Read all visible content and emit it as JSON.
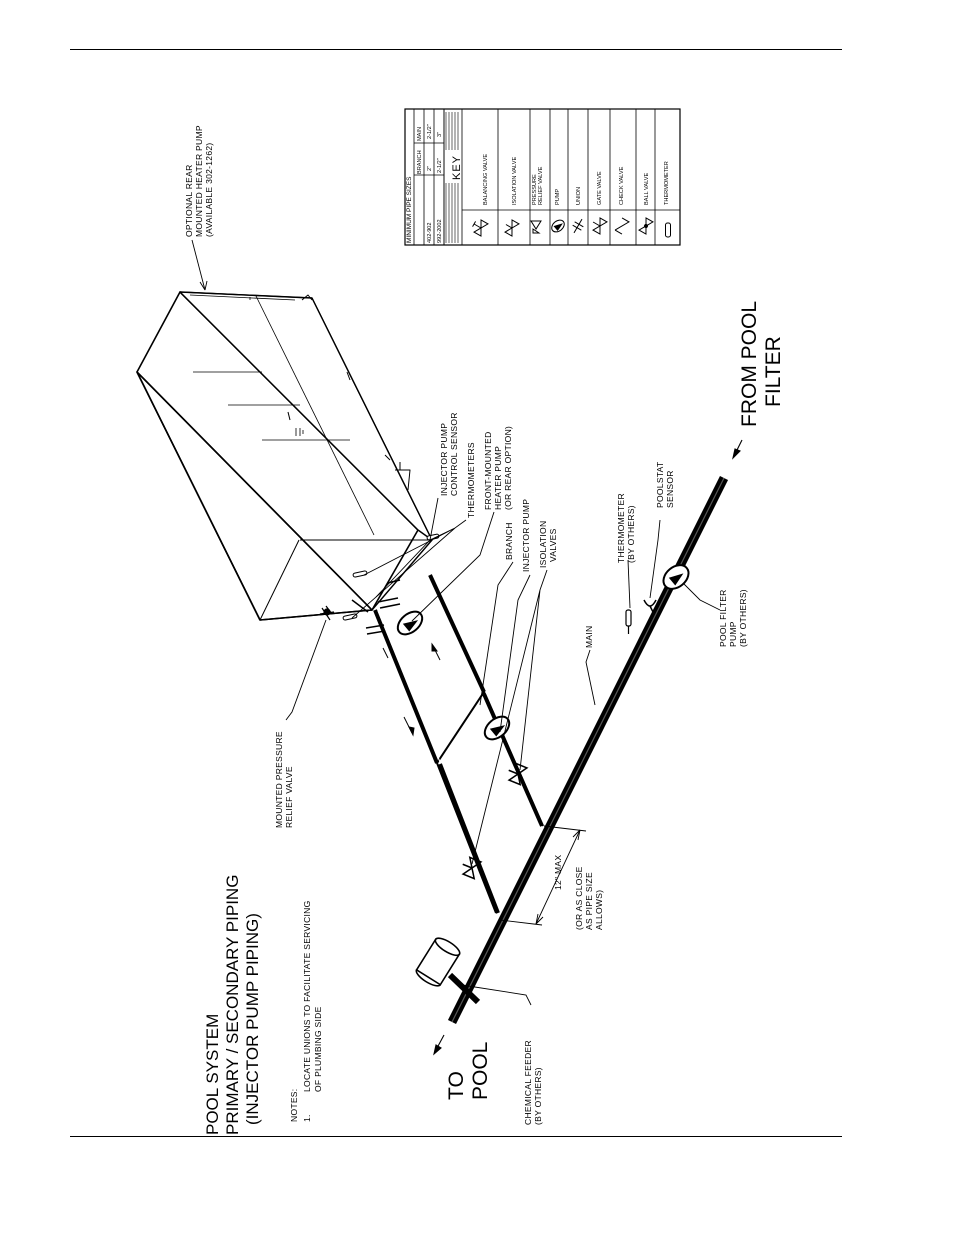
{
  "title": {
    "line1": "POOL SYSTEM",
    "line2": "PRIMARY / SECONDARY PIPING",
    "line3": "(INJECTOR PUMP PIPING)"
  },
  "notes": {
    "heading": "NOTES:",
    "num": "1.",
    "line1": "LOCATE UNIONS TO FACILITATE SERVICING",
    "line2": "OF PLUMBING SIDE"
  },
  "labels": {
    "to_pool": [
      "TO",
      "POOL"
    ],
    "from_pool_filter": [
      "FROM POOL",
      "FILTER"
    ],
    "optional_rear": [
      "OPTIONAL  REAR",
      "MOUNTED HEATER PUMP",
      "(AVAILABLE  302-1262)"
    ],
    "injector_control": [
      "INJECTOR PUMP",
      "CONTROL SENSOR"
    ],
    "thermometers": [
      "THERMOMETERS"
    ],
    "front_mounted": [
      "FRONT-MOUNTED",
      "HEATER PUMP",
      "(OR REAR OPTION)"
    ],
    "branch": [
      "BRANCH"
    ],
    "injector_pump": [
      "INJECTOR PUMP"
    ],
    "isolation_valves": [
      "ISOLATION",
      "VALVES"
    ],
    "main": [
      "MAIN"
    ],
    "thermometer_others": [
      "THERMOMETER",
      "(BY OTHERS)"
    ],
    "poolstat": [
      "POOLSTAT",
      "SENSOR"
    ],
    "pool_filter_pump": [
      "POOL  FILTER",
      "PUMP",
      "(BY OTHERS)"
    ],
    "mounted_relief": [
      "MOUNTED PRESSURE",
      "RELIEF VALVE"
    ],
    "twelve_max": [
      "12\" MAX"
    ],
    "or_as_close": [
      "(OR AS CLOSE",
      "AS PIPE SIZE",
      "ALLOWS)"
    ],
    "chemical_feeder": [
      "CHEMICAL FEEDER",
      "(BY OTHERS)"
    ]
  },
  "key_table": {
    "title": "MINIMUM  PIPE SIZES",
    "col_branch": "BRANCH",
    "col_main": "MAIN",
    "rows": [
      {
        "model": "402-902",
        "branch": "2\"",
        "main": "2-1/2\""
      },
      {
        "model": "992-2002",
        "branch": "2-1/2\"",
        "main": "3\""
      }
    ],
    "key_label": "KEY",
    "items": [
      {
        "label": "BALANCING VALVE",
        "icon": "balancing-valve-icon"
      },
      {
        "label": "ISOLATION VALVE",
        "icon": "isolation-valve-icon"
      },
      {
        "label": "PRESSURE RELIEF VALVE",
        "line1": "PRESSURE",
        "line2": "RELIEF  VALVE",
        "icon": "relief-valve-icon"
      },
      {
        "label": "PUMP",
        "icon": "pump-icon"
      },
      {
        "label": "UNION",
        "icon": "union-icon"
      },
      {
        "label": "GATE VALVE",
        "icon": "gate-valve-icon"
      },
      {
        "label": "CHECK VALVE",
        "icon": "check-valve-icon"
      },
      {
        "label": "BALL VALVE",
        "icon": "ball-valve-icon"
      },
      {
        "label": "THERMOMETER",
        "icon": "thermometer-icon"
      }
    ]
  }
}
